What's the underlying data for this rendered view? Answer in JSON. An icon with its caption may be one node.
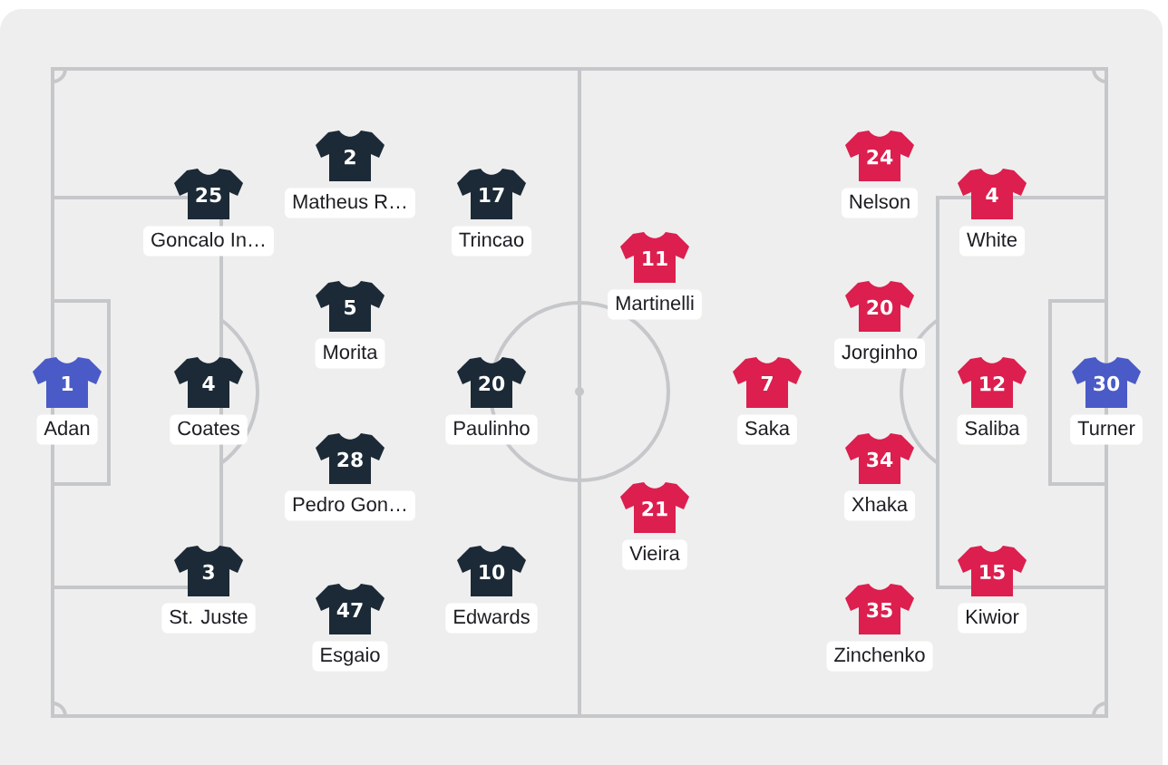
{
  "diagram": {
    "nodes": [
      {
        "text": [
          "1",
          "Adan"
        ]
      },
      {
        "text": [
          "25",
          "Goncalo In…"
        ]
      },
      {
        "text": [
          "4",
          "Coates"
        ]
      },
      {
        "text": [
          "3",
          "St. Juste"
        ]
      },
      {
        "text": [
          "2",
          "Matheus R…"
        ]
      },
      {
        "text": [
          "5",
          "Morita"
        ]
      },
      {
        "text": [
          "28",
          "Pedro Gon…"
        ]
      },
      {
        "text": [
          "47",
          "Esgaio"
        ]
      },
      {
        "text": [
          "17",
          "Trincao"
        ]
      },
      {
        "text": [
          "20",
          "Paulinho"
        ]
      },
      {
        "text": [
          "10",
          "Edwards"
        ]
      },
      {
        "text": [
          "11",
          "Martinelli"
        ]
      },
      {
        "text": [
          "21",
          "Vieira"
        ]
      },
      {
        "text": [
          "7",
          "Saka"
        ]
      },
      {
        "text": [
          "24",
          "Nelson"
        ]
      },
      {
        "text": [
          "20",
          "Jorginho"
        ]
      },
      {
        "text": [
          "34",
          "Xhaka"
        ]
      },
      {
        "text": [
          "35",
          "Zinchenko"
        ]
      },
      {
        "text": [
          "4",
          "White"
        ]
      },
      {
        "text": [
          "12",
          "Saliba"
        ]
      },
      {
        "text": [
          "15",
          "Kiwior"
        ]
      },
      {
        "text": [
          "30",
          "Turner"
        ]
      }
    ]
  }
}
